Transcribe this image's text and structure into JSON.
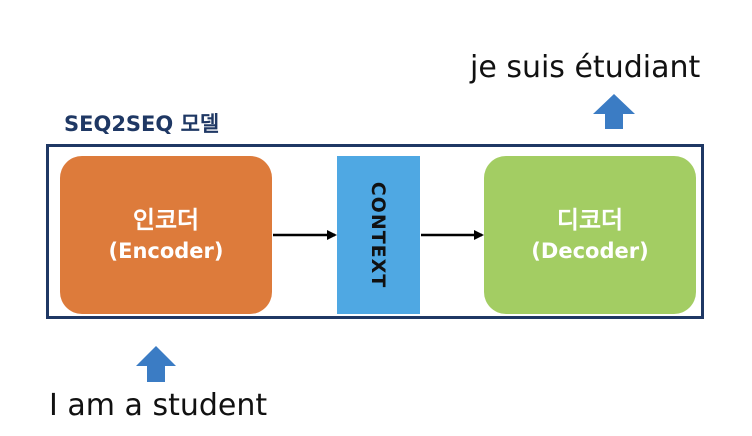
{
  "model_title": "SEQ2SEQ 모델",
  "output_sentence": "je suis étudiant",
  "input_sentence": "I am a student",
  "encoder": {
    "name": "인코더",
    "sub": "(Encoder)"
  },
  "context": {
    "label": "CONTEXT"
  },
  "decoder": {
    "name": "디코더",
    "sub": "(Decoder)"
  },
  "colors": {
    "encoder": "#dd7b3b",
    "decoder": "#a3cd63",
    "context": "#4fa8e3",
    "frame": "#1f3864",
    "up_arrow": "#3b7cc4",
    "flow_arrow": "#000000"
  }
}
